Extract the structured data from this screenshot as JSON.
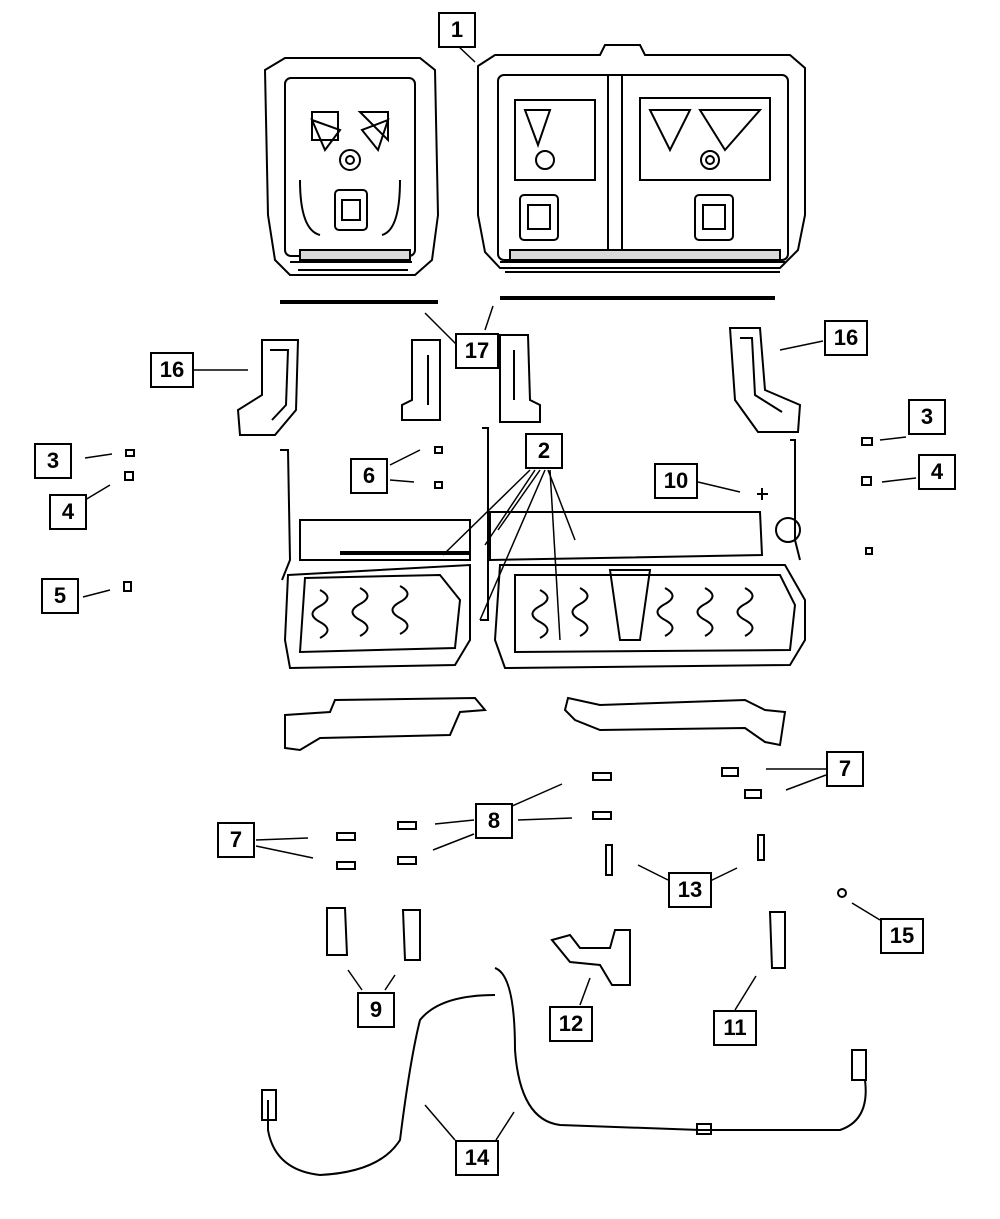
{
  "diagram": {
    "callouts": [
      {
        "id": "c1",
        "label": "1"
      },
      {
        "id": "c2",
        "label": "2"
      },
      {
        "id": "c3a",
        "label": "3"
      },
      {
        "id": "c3b",
        "label": "3"
      },
      {
        "id": "c4a",
        "label": "4"
      },
      {
        "id": "c4b",
        "label": "4"
      },
      {
        "id": "c5",
        "label": "5"
      },
      {
        "id": "c6",
        "label": "6"
      },
      {
        "id": "c7a",
        "label": "7"
      },
      {
        "id": "c7b",
        "label": "7"
      },
      {
        "id": "c8",
        "label": "8"
      },
      {
        "id": "c9",
        "label": "9"
      },
      {
        "id": "c10",
        "label": "10"
      },
      {
        "id": "c11",
        "label": "11"
      },
      {
        "id": "c12",
        "label": "12"
      },
      {
        "id": "c13",
        "label": "13"
      },
      {
        "id": "c14",
        "label": "14"
      },
      {
        "id": "c15",
        "label": "15"
      },
      {
        "id": "c16a",
        "label": "16"
      },
      {
        "id": "c16b",
        "label": "16"
      },
      {
        "id": "c17",
        "label": "17"
      }
    ],
    "colors": {
      "line": "#000000",
      "fill": "#ffffff",
      "shade": "#d9d9d9"
    }
  }
}
